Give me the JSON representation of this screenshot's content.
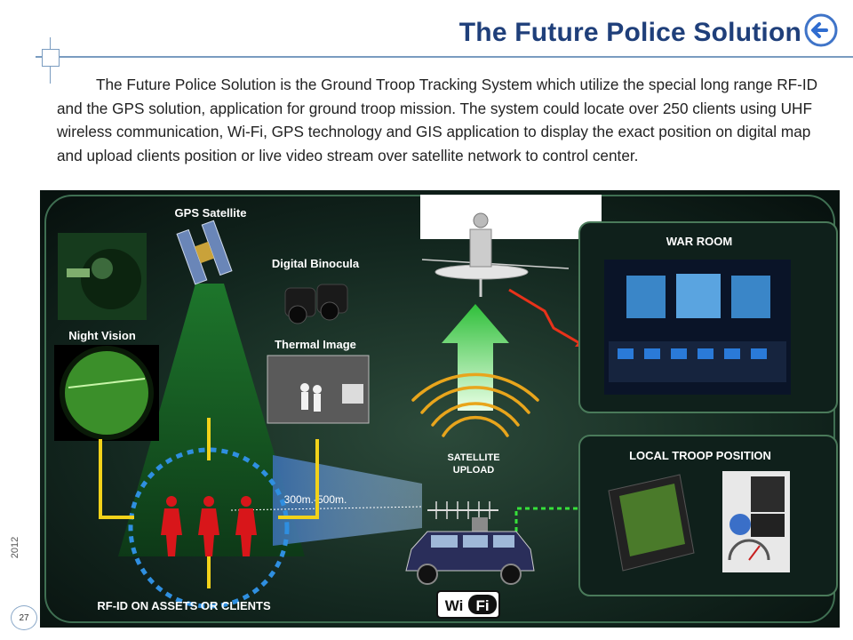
{
  "header": {
    "title": "The Future Police Solution"
  },
  "body": {
    "paragraph": "The Future Police Solution is the Ground Troop Tracking System which utilize the special long range RF-ID and the GPS solution, application for ground troop mission. The system could locate over 250 clients using UHF wireless communication, Wi-Fi, GPS technology and GIS application to display the exact position on digital map and upload clients position or live video stream over satellite network to control center."
  },
  "footer": {
    "year": "2012",
    "page_number": "27"
  },
  "diagram": {
    "labels": {
      "gps_satellite": "GPS Satellite",
      "digital_binocular": "Digital Binocula",
      "thermal_image": "Thermal Image",
      "night_vision": "Night Vision",
      "war_room": "WAR ROOM",
      "local_troop_position": "LOCAL TROOP POSITION",
      "satellite_upload_line1": "SATELLITE",
      "satellite_upload_line2": "UPLOAD",
      "range": "300m.-500m.",
      "rfid": "RF-ID  ON  ASSETS OR CLIENTS",
      "wifi_wi": "Wi",
      "wifi_fi": "Fi"
    },
    "colors": {
      "panel_bg": "#0e2220",
      "panel_border": "#3f6f52",
      "yellow": "#f2d21a",
      "blue_ring": "#2f8fe0",
      "green_arrow": "#3fd046",
      "troop_red": "#d8161a",
      "orange_wave": "#e8a51c",
      "link_red": "#e8321a"
    }
  }
}
